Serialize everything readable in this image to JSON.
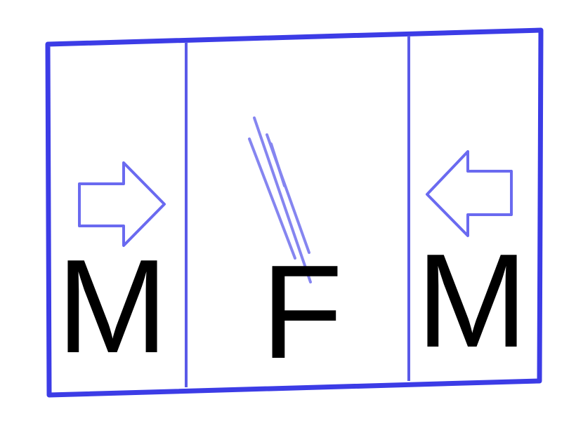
{
  "diagram": {
    "panels": [
      {
        "label": "M",
        "arrow": "arrow-right-icon"
      },
      {
        "label": "F",
        "glass": "glass-reflection-icon"
      },
      {
        "label": "M",
        "arrow": "arrow-left-icon"
      }
    ],
    "colors": {
      "frame": "#3c3ce6",
      "divider": "#5a5ae8",
      "arrow": "#6a6af0",
      "glass": "#7070ee",
      "label": "#000000",
      "background": "#ffffff"
    }
  }
}
